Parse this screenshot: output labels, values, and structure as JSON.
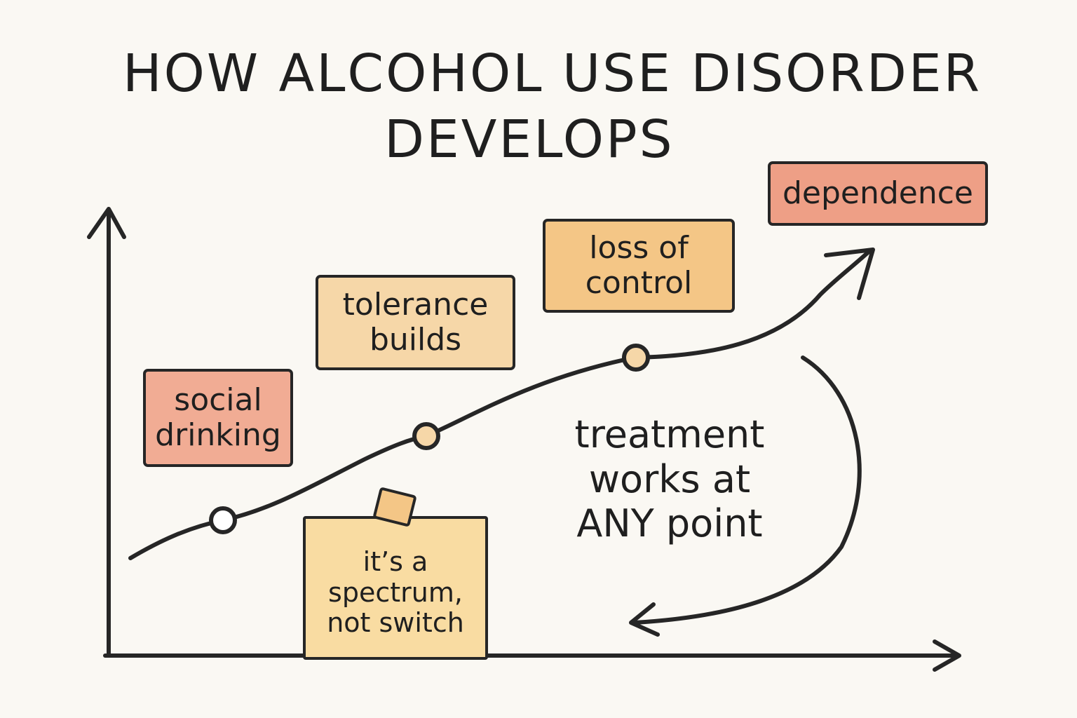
{
  "title": {
    "line1": "HOW ALCOHOL USE DISORDER",
    "line2": "DEVELOPS"
  },
  "stages": [
    {
      "id": "social",
      "lines": [
        "social",
        "drinking"
      ],
      "color": "#f1ac94"
    },
    {
      "id": "tolerance",
      "lines": [
        "tolerance",
        "builds"
      ],
      "color": "#f6d7a8"
    },
    {
      "id": "loss",
      "lines": [
        "loss of",
        "control"
      ],
      "color": "#f4c686"
    },
    {
      "id": "dependence",
      "lines": [
        "dependence"
      ],
      "color": "#ee9f86"
    }
  ],
  "note": {
    "lines": [
      "it’s a",
      "spectrum,",
      "not switch"
    ],
    "color": "#f9dca2"
  },
  "treatment": {
    "lines": [
      "treatment",
      "works at",
      "ANY point"
    ]
  },
  "colors": {
    "ink": "#262626",
    "background": "#faf8f3",
    "point_fill_mid": "#f6d7a8",
    "point_fill_start": "#ffffff"
  }
}
